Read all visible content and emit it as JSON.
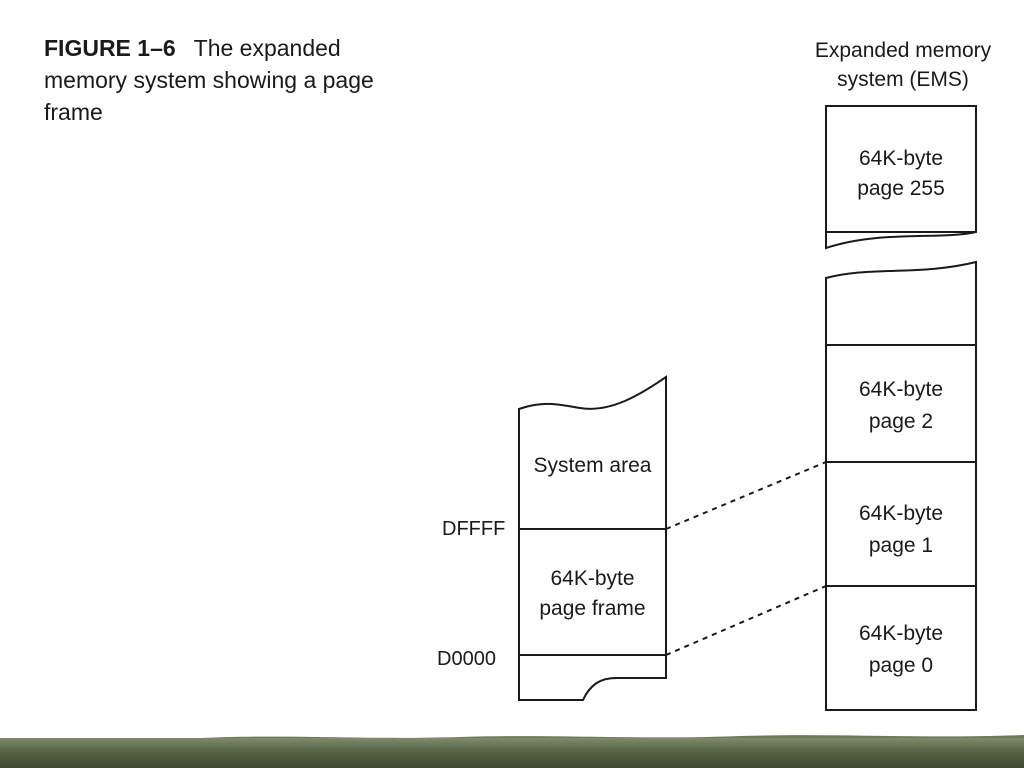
{
  "caption": {
    "figure_number": "FIGURE 1–6",
    "title": "The expanded memory system showing a page frame"
  },
  "ems": {
    "heading_line1": "Expanded memory",
    "heading_line2": "system (EMS)",
    "page255": {
      "line1": "64K-byte",
      "line2": "page 255"
    },
    "page2": {
      "line1": "64K-byte",
      "line2": "page 2"
    },
    "page1": {
      "line1": "64K-byte",
      "line2": "page 1"
    },
    "page0": {
      "line1": "64K-byte",
      "line2": "page 0"
    }
  },
  "conventional": {
    "system_area": "System area",
    "page_frame_line1": "64K-byte",
    "page_frame_line2": "page frame",
    "addr_top": "DFFFF",
    "addr_bottom": "D0000"
  },
  "colors": {
    "line": "#1a1a1a",
    "background": "#ffffff",
    "band": "#4b573c"
  }
}
